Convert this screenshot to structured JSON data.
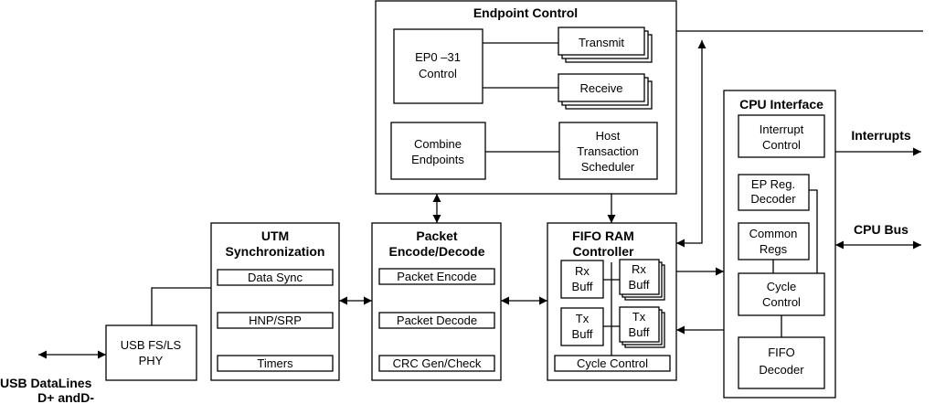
{
  "endpoint_control": {
    "title": "Endpoint Control",
    "ep_control": [
      "EP0 –31",
      "Control"
    ],
    "transmit": "Transmit",
    "receive": "Receive",
    "combine": [
      "Combine",
      "Endpoints"
    ],
    "scheduler": [
      "Host",
      "Transaction",
      "Scheduler"
    ]
  },
  "cpu_interface": {
    "title": "CPU Interface",
    "interrupt_control": [
      "Interrupt",
      "Control"
    ],
    "ep_reg_decoder": [
      "EP Reg.",
      "Decoder"
    ],
    "common_regs": [
      "Common",
      "Regs"
    ],
    "cycle_control": [
      "Cycle",
      "Control"
    ],
    "fifo_decoder": [
      "FIFO",
      "Decoder"
    ]
  },
  "external": {
    "interrupts": "Interrupts",
    "cpu_bus": "CPU Bus",
    "usb_lines": [
      "USB DataLines",
      "D+ andD-"
    ]
  },
  "utm": {
    "title": [
      "UTM",
      "Synchronization"
    ],
    "items": [
      "Data Sync",
      "HNP/SRP",
      "Timers"
    ]
  },
  "packet": {
    "title": [
      "Packet",
      "Encode/Decode"
    ],
    "items": [
      "Packet Encode",
      "Packet Decode",
      "CRC Gen/Check"
    ]
  },
  "fifo": {
    "title": [
      "FIFO RAM",
      "Controller"
    ],
    "rx1": [
      "Rx",
      "Buff"
    ],
    "rx2": [
      "Rx",
      "Buff"
    ],
    "tx1": [
      "Tx",
      "Buff"
    ],
    "tx2": [
      "Tx",
      "Buff"
    ],
    "cycle_control": "Cycle Control"
  },
  "phy": {
    "label": [
      "USB FS/LS",
      "PHY"
    ]
  }
}
